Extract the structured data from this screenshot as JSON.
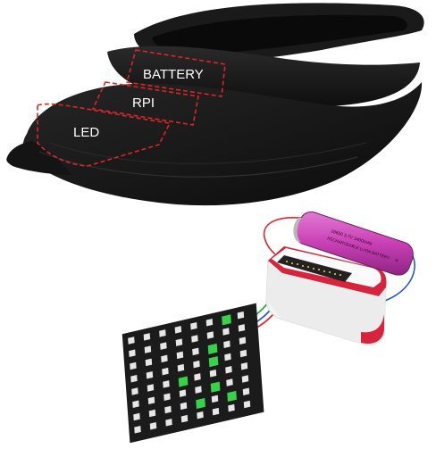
{
  "labels": {
    "battery": "BATTERY",
    "rpi": "RPI",
    "led": "LED"
  },
  "battery_print": {
    "line1": "18650 3.7V 3400mAh",
    "line2": "RECHARGEABLE Li-ION BATTERY",
    "side": "+"
  },
  "colors": {
    "visor": "#151515",
    "zone_outline": "#d9262b",
    "label_text": "#ffffff",
    "battery_wrap": "#c93fb5",
    "case_accent": "#d5243c",
    "case_body": "#f4f4f4",
    "matrix_board": "#1b1b1b",
    "led_lit": "#38d14a",
    "led_unlit": "#e6e6e6",
    "wire_red": "#e2262a",
    "wire_blue": "#1f5bd6",
    "wire_green": "#26a845"
  },
  "led_matrix": {
    "rows": 8,
    "cols": 8,
    "lit": [
      [
        0,
        6
      ],
      [
        2,
        5
      ],
      [
        3,
        5
      ],
      [
        4,
        3
      ],
      [
        5,
        5
      ],
      [
        6,
        4
      ],
      [
        6,
        6
      ]
    ]
  }
}
